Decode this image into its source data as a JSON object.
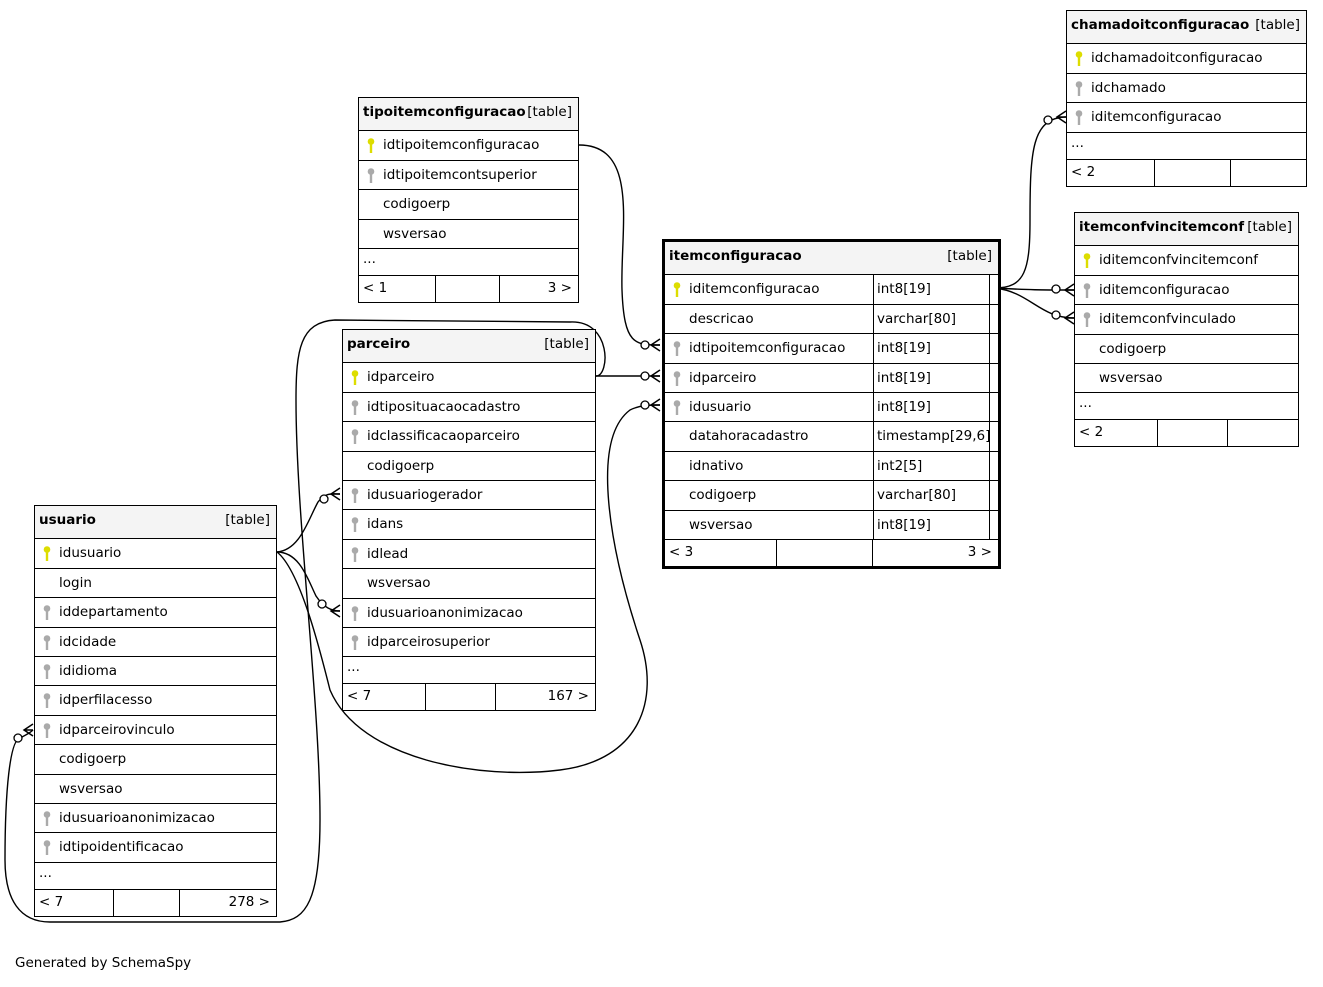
{
  "diagram": {
    "credit": "Generated by SchemaSpy",
    "colors": {
      "primary_key": "#dddd00",
      "foreign_key": "#aaaaaa",
      "header_bg": "#f4f4f4"
    },
    "tables": [
      {
        "id": "tipoitemconfiguracao",
        "name": "tipoitemconfiguracao",
        "type": "[table]",
        "columns": [
          {
            "name": "idtipoitemconfiguracao",
            "key": "pk"
          },
          {
            "name": "idtipoitemcontsuperior",
            "key": "fk"
          },
          {
            "name": "codigoerp",
            "key": ""
          },
          {
            "name": "wsversao",
            "key": ""
          }
        ],
        "more": "...",
        "footer": [
          "< 1",
          "",
          "3 >"
        ]
      },
      {
        "id": "parceiro",
        "name": "parceiro",
        "type": "[table]",
        "columns": [
          {
            "name": "idparceiro",
            "key": "pk"
          },
          {
            "name": "idtiposituacaocadastro",
            "key": "fk"
          },
          {
            "name": "idclassificacaoparceiro",
            "key": "fk"
          },
          {
            "name": "codigoerp",
            "key": ""
          },
          {
            "name": "idusuariogerador",
            "key": "fk"
          },
          {
            "name": "idans",
            "key": "fk"
          },
          {
            "name": "idlead",
            "key": "fk"
          },
          {
            "name": "wsversao",
            "key": ""
          },
          {
            "name": "idusuarioanonimizacao",
            "key": "fk"
          },
          {
            "name": "idparceirosuperior",
            "key": "fk"
          }
        ],
        "more": "...",
        "footer": [
          "< 7",
          "",
          "167 >"
        ]
      },
      {
        "id": "usuario",
        "name": "usuario",
        "type": "[table]",
        "columns": [
          {
            "name": "idusuario",
            "key": "pk"
          },
          {
            "name": "login",
            "key": ""
          },
          {
            "name": "iddepartamento",
            "key": "fk"
          },
          {
            "name": "idcidade",
            "key": "fk"
          },
          {
            "name": "ididioma",
            "key": "fk"
          },
          {
            "name": "idperfilacesso",
            "key": "fk"
          },
          {
            "name": "idparceirovinculo",
            "key": "fk"
          },
          {
            "name": "codigoerp",
            "key": ""
          },
          {
            "name": "wsversao",
            "key": ""
          },
          {
            "name": "idusuarioanonimizacao",
            "key": "fk"
          },
          {
            "name": "idtipoidentificacao",
            "key": "fk"
          }
        ],
        "more": "...",
        "footer": [
          "< 7",
          "",
          "278 >"
        ]
      },
      {
        "id": "itemconfiguracao",
        "name": "itemconfiguracao",
        "type": "[table]",
        "focus": true,
        "columns": [
          {
            "name": "iditemconfiguracao",
            "key": "pk",
            "dtype": "int8[19]"
          },
          {
            "name": "descricao",
            "key": "",
            "dtype": "varchar[80]"
          },
          {
            "name": "idtipoitemconfiguracao",
            "key": "fk",
            "dtype": "int8[19]"
          },
          {
            "name": "idparceiro",
            "key": "fk",
            "dtype": "int8[19]"
          },
          {
            "name": "idusuario",
            "key": "fk",
            "dtype": "int8[19]"
          },
          {
            "name": "datahoracadastro",
            "key": "",
            "dtype": "timestamp[29,6]"
          },
          {
            "name": "idnativo",
            "key": "",
            "dtype": "int2[5]"
          },
          {
            "name": "codigoerp",
            "key": "",
            "dtype": "varchar[80]"
          },
          {
            "name": "wsversao",
            "key": "",
            "dtype": "int8[19]"
          }
        ],
        "footer": [
          "< 3",
          "",
          "3 >"
        ]
      },
      {
        "id": "chamadoitconfiguracao",
        "name": "chamadoitconfiguracao",
        "type": "[table]",
        "columns": [
          {
            "name": "idchamadoitconfiguracao",
            "key": "pk"
          },
          {
            "name": "idchamado",
            "key": "fk"
          },
          {
            "name": "iditemconfiguracao",
            "key": "fk"
          }
        ],
        "more": "...",
        "footer": [
          "< 2",
          "",
          ""
        ]
      },
      {
        "id": "itemconfvinculo",
        "name": "itemconfvincitemconf",
        "type": "[table]",
        "columns": [
          {
            "name": "iditemconfvincitemconf",
            "key": "pk"
          },
          {
            "name": "iditemconfiguracao",
            "key": "fk"
          },
          {
            "name": "iditemconfvinculado",
            "key": "fk"
          },
          {
            "name": "codigoerp",
            "key": ""
          },
          {
            "name": "wsversao",
            "key": ""
          }
        ],
        "more": "...",
        "footer": [
          "< 2",
          "",
          ""
        ]
      }
    ]
  }
}
